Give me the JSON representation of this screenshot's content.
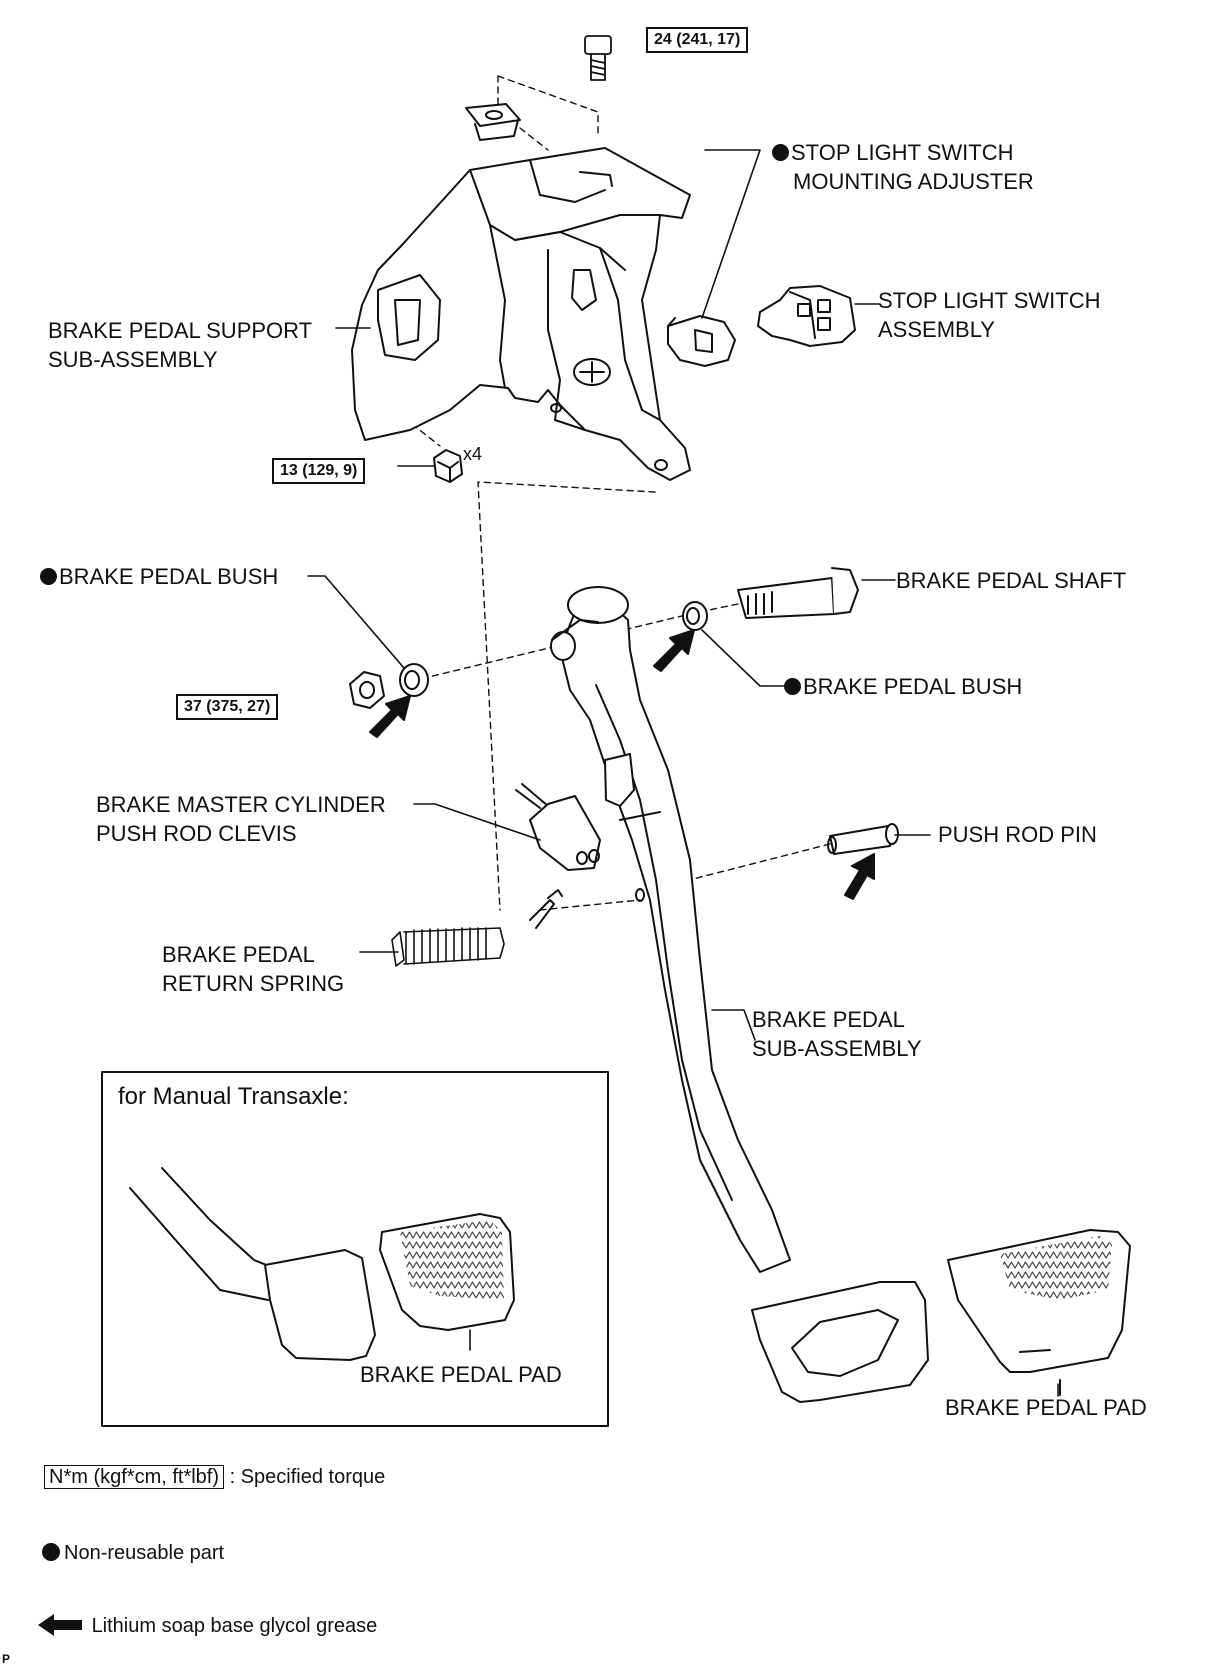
{
  "torques": {
    "top_bolt": "24 (241, 17)",
    "support_nuts": "13 (129, 9)",
    "support_nuts_qty": "x4",
    "shaft_nut": "37 (375, 27)"
  },
  "labels": {
    "stop_light_adjuster": [
      "STOP LIGHT SWITCH",
      "MOUNTING ADJUSTER"
    ],
    "stop_light_switch": [
      "STOP LIGHT SWITCH",
      "ASSEMBLY"
    ],
    "support": [
      "BRAKE PEDAL SUPPORT",
      "SUB-ASSEMBLY"
    ],
    "bush_left": "BRAKE PEDAL BUSH",
    "shaft": "BRAKE PEDAL SHAFT",
    "bush_right": "BRAKE PEDAL BUSH",
    "clevis": [
      "BRAKE MASTER CYLINDER",
      "PUSH ROD CLEVIS"
    ],
    "push_rod_pin": "PUSH ROD PIN",
    "return_spring": [
      "BRAKE PEDAL",
      "RETURN SPRING"
    ],
    "pedal": [
      "BRAKE PEDAL",
      "SUB-ASSEMBLY"
    ],
    "pad_main": "BRAKE PEDAL PAD",
    "pad_inset": "BRAKE PEDAL PAD"
  },
  "inset": {
    "title": "for Manual Transaxle:"
  },
  "legend": {
    "torque_unit": "N*m (kgf*cm, ft*lbf)",
    "torque_text": ": Specified torque",
    "nonreusable_text": "Non-reusable part",
    "grease_text": "Lithium soap base glycol grease"
  },
  "corner_mark": "P",
  "colors": {
    "ink": "#111111",
    "background": "#ffffff",
    "hatch": "#444444"
  }
}
